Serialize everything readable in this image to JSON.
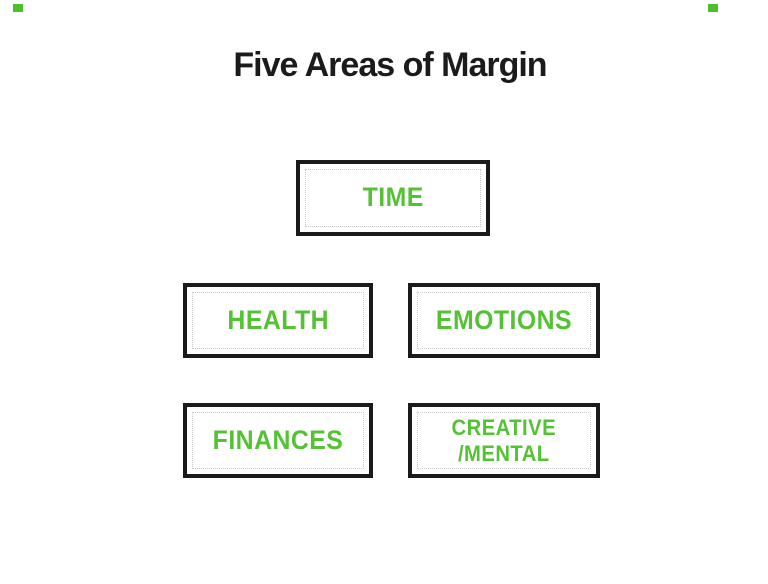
{
  "page": {
    "title": "Five Areas of Margin",
    "background_color": "#ffffff",
    "title_color": "#1b1b1b"
  },
  "colors": {
    "box_text_green": "#55c236",
    "box_border_black": "#1a1a1a",
    "inner_dotted_border_gray": "#c9c9c9",
    "corner_marker_green": "#4bc02c"
  },
  "boxes": [
    {
      "label": "TIME"
    },
    {
      "label": "HEALTH"
    },
    {
      "label": "EMOTIONS"
    },
    {
      "label": "FINANCES"
    },
    {
      "label": "CREATIVE",
      "label2": "/MENTAL"
    }
  ]
}
